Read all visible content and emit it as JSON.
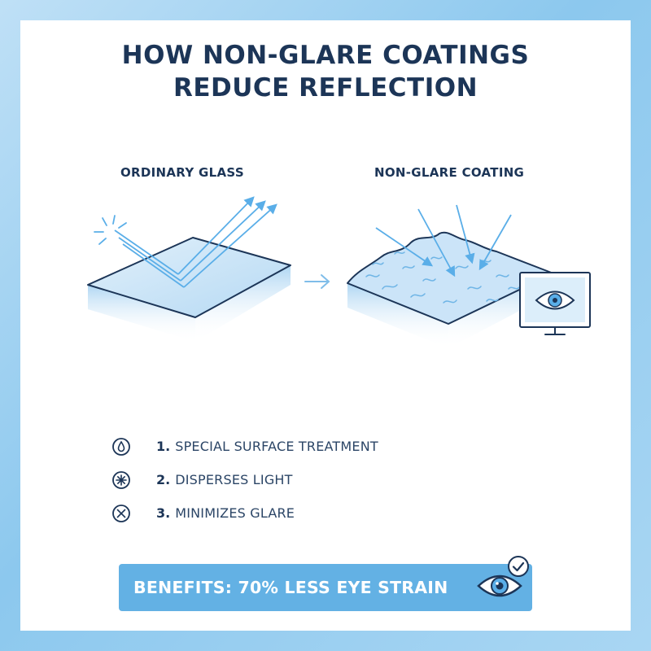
{
  "title": {
    "line1": "HOW NON-GLARE COATINGS",
    "line2": "REDUCE REFLECTION"
  },
  "panels": {
    "left_label": "ORDINARY GLASS",
    "right_label": "NON-GLARE COATING"
  },
  "steps": [
    {
      "number": "1.",
      "text": "SPECIAL SURFACE TREATMENT",
      "icon": "droplet-icon"
    },
    {
      "number": "2.",
      "text": "DISPERSES LIGHT",
      "icon": "starburst-icon"
    },
    {
      "number": "3.",
      "text": "MINIMIZES GLARE",
      "icon": "x-circle-icon"
    }
  ],
  "banner": {
    "text": "BENEFITS: 70% LESS EYE STRAIN",
    "icons": [
      "eye-icon",
      "checkmark-icon"
    ]
  },
  "colors": {
    "navy": "#1c3557",
    "accent": "#63b1e4",
    "light_blue": "#cfe6f8",
    "ray_blue": "#5aaee8"
  }
}
